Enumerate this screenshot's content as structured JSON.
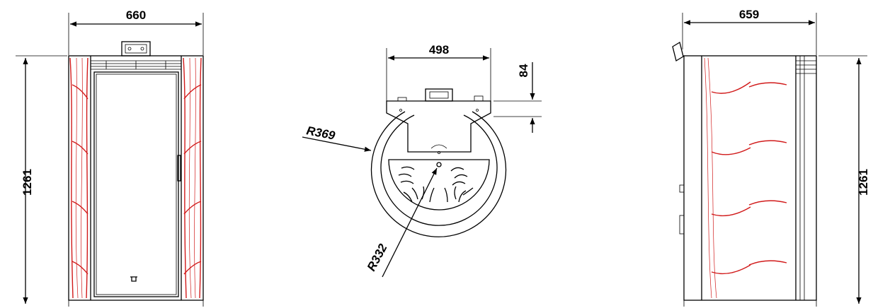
{
  "dimensions": {
    "front_width": "660",
    "front_height": "1261",
    "top_width": "498",
    "top_depth": "84",
    "top_radius_outer": "R369",
    "top_radius_inner": "R332",
    "side_width": "659",
    "side_height": "1261"
  }
}
